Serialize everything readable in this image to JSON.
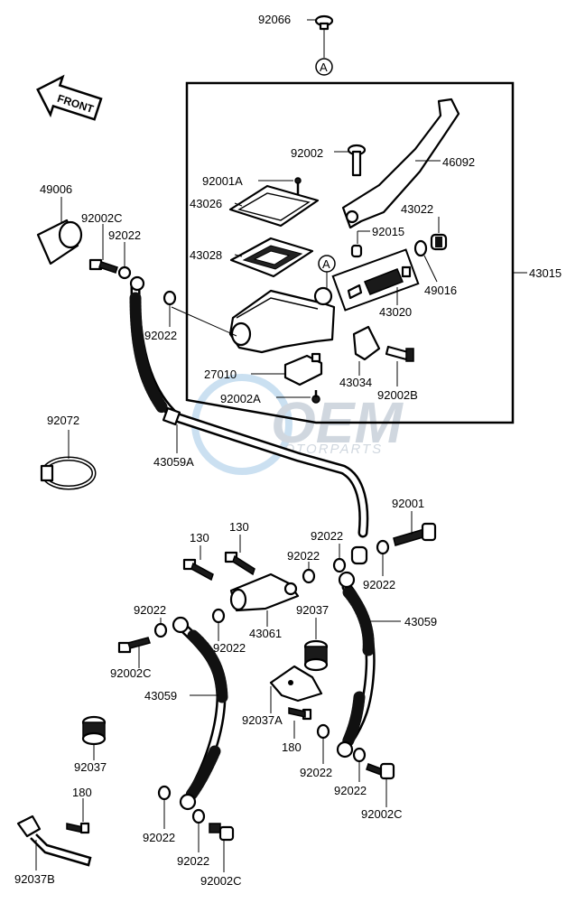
{
  "front_badge": "FRONT",
  "callout_letter": "A",
  "watermark": {
    "logo_text": "OEM",
    "sub_text": "MOTORPARTS"
  },
  "labels": {
    "p92066": "92066",
    "p49006": "49006",
    "p92002C_a": "92002C",
    "p92022_a": "92022",
    "p92002": "92002",
    "p46092": "46092",
    "p92001A": "92001A",
    "p43026": "43026",
    "p43022": "43022",
    "p92015": "92015",
    "p43028": "43028",
    "p49016": "49016",
    "p43015": "43015",
    "p43020": "43020",
    "p92022_b": "92022",
    "p27010": "27010",
    "p43034": "43034",
    "p92002A": "92002A",
    "p92002B": "92002B",
    "p92072": "92072",
    "p43059A": "43059A",
    "p92001": "92001",
    "p130_a": "130",
    "p130_b": "130",
    "p92022_c": "92022",
    "p92022_d": "92022",
    "p92022_e": "92022",
    "p92022_f": "92022",
    "p92037_a": "92037",
    "p43059_a": "43059",
    "p92022_g": "92022",
    "p43061": "43061",
    "p92002C_b": "92002C",
    "p43059_b": "43059",
    "p92037A": "92037A",
    "p180_a": "180",
    "p92037_b": "92037",
    "p92022_h": "92022",
    "p92022_i": "92022",
    "p92002C_c": "92002C",
    "p180_b": "180",
    "p92022_j": "92022",
    "p92022_k": "92022",
    "p92002C_d": "92002C",
    "p92037B": "92037B"
  }
}
